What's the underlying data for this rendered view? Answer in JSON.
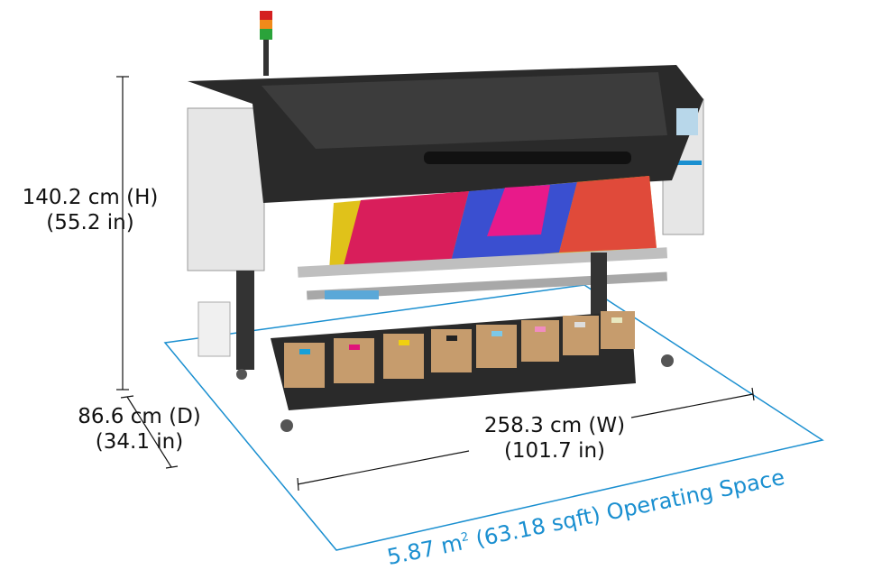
{
  "colors": {
    "accent": "#1a8fd0",
    "text": "#111111"
  },
  "dimensions": {
    "height": {
      "metric": "140.2 cm (H)",
      "imperial": "(55.2 in)"
    },
    "depth": {
      "metric": "86.6 cm (D)",
      "imperial": "(34.1 in)"
    },
    "width": {
      "metric": "258.3 cm (W)",
      "imperial": "(101.7 in)"
    }
  },
  "operating_space": {
    "value": "5.87 m",
    "superscript": "2",
    "rest": " (63.18 sqft) Operating Space"
  },
  "product": {
    "image": "hp-latex-large-format-printer",
    "ink_cartridges": 8
  }
}
